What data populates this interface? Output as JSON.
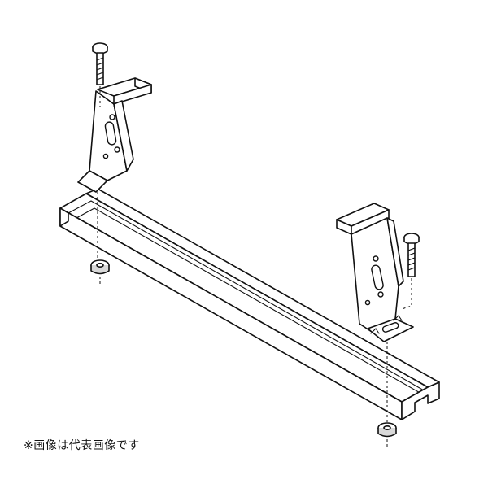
{
  "caption": {
    "note": "※画像は代表画像です"
  },
  "parts": [
    {
      "name": "rail-channel",
      "icon": "c-channel-rail"
    },
    {
      "name": "bracket-left",
      "icon": "mounting-bracket"
    },
    {
      "name": "bracket-right",
      "icon": "mounting-bracket"
    },
    {
      "name": "bolt-left",
      "icon": "hex-bolt"
    },
    {
      "name": "bolt-right",
      "icon": "hex-bolt"
    },
    {
      "name": "nut-left",
      "icon": "flange-nut"
    },
    {
      "name": "nut-right",
      "icon": "flange-nut"
    }
  ]
}
